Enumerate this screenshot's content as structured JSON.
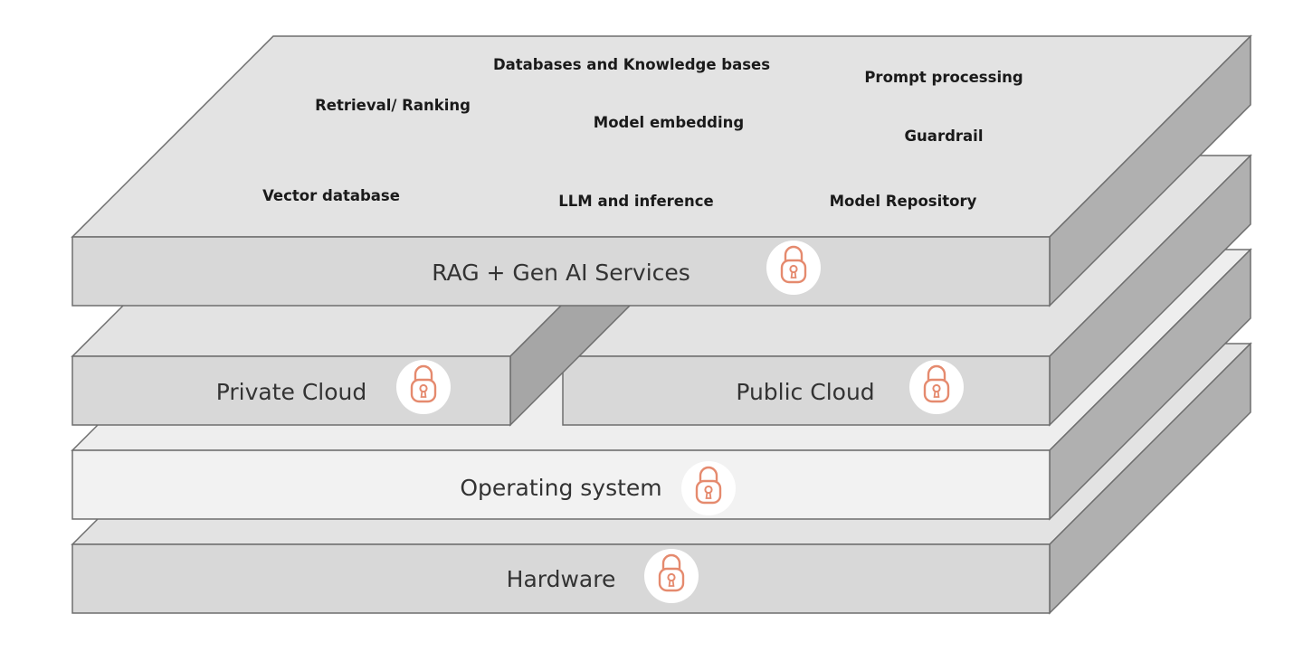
{
  "layers": {
    "hardware": {
      "label": "Hardware",
      "icon": "lock-icon"
    },
    "operating_system": {
      "label": "Operating system",
      "icon": "lock-icon"
    },
    "private_cloud": {
      "label": "Private Cloud",
      "icon": "lock-icon"
    },
    "public_cloud": {
      "label": "Public Cloud",
      "icon": "lock-icon"
    },
    "rag_services": {
      "label": "RAG + Gen AI Services",
      "icon": "lock-icon"
    }
  },
  "services": [
    "Databases and Knowledge bases",
    "Prompt processing",
    "Retrieval/ Ranking",
    "Model embedding",
    "Guardrail",
    "Vector database",
    "LLM and inference",
    "Model Repository"
  ],
  "colors": {
    "top_face": "#e3e3e3",
    "front_face": "#d8d8d8",
    "front_face_light": "#f2f2f2",
    "side_face": "#b0b0b0",
    "edge": "#6e6e6e",
    "lock": "#e58a6e"
  }
}
